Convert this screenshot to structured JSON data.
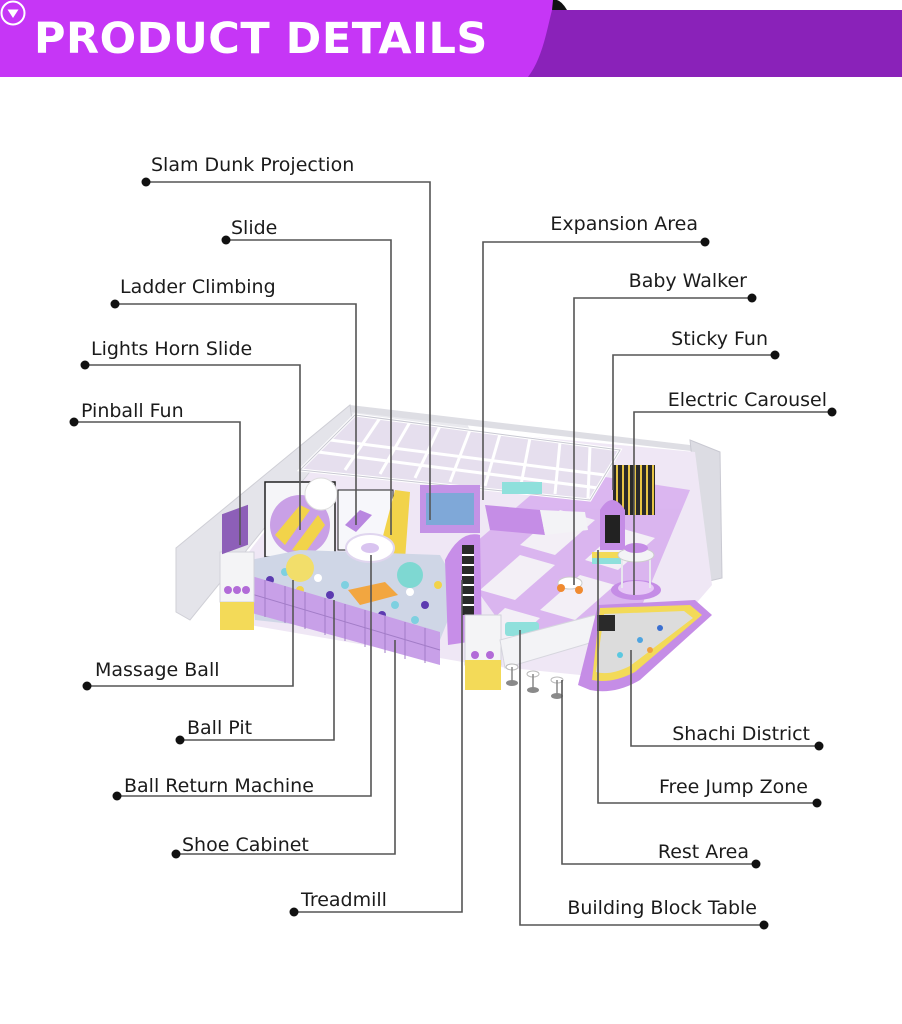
{
  "header": {
    "title": "PRODUCT DETAILS",
    "icon": "circle-down-arrow-icon",
    "colors": {
      "primary": "#c636f6",
      "secondary": "#8a22b9",
      "text": "#ffffff"
    }
  },
  "diagram": {
    "subject": "Indoor playground (purple theme)",
    "line_color": "#555555",
    "dot_color": "#111111",
    "left_labels": [
      {
        "id": "slam-dunk-projection",
        "text": "Slam Dunk Projection"
      },
      {
        "id": "slide",
        "text": "Slide"
      },
      {
        "id": "ladder-climbing",
        "text": "Ladder Climbing"
      },
      {
        "id": "lights-horn-slide",
        "text": "Lights Horn Slide"
      },
      {
        "id": "pinball-fun",
        "text": "Pinball Fun"
      },
      {
        "id": "massage-ball",
        "text": "Massage Ball"
      },
      {
        "id": "ball-pit",
        "text": "Ball Pit"
      },
      {
        "id": "ball-return-machine",
        "text": "Ball Return Machine"
      },
      {
        "id": "shoe-cabinet",
        "text": "Shoe Cabinet"
      },
      {
        "id": "treadmill",
        "text": "Treadmill"
      }
    ],
    "right_labels": [
      {
        "id": "expansion-area",
        "text": "Expansion Area"
      },
      {
        "id": "baby-walker",
        "text": "Baby Walker"
      },
      {
        "id": "sticky-fun",
        "text": "Sticky Fun"
      },
      {
        "id": "electric-carousel",
        "text": "Electric Carousel"
      },
      {
        "id": "shachi-district",
        "text": "Shachi District"
      },
      {
        "id": "free-jump-zone",
        "text": "Free Jump Zone"
      },
      {
        "id": "rest-area",
        "text": "Rest Area"
      },
      {
        "id": "building-block-table",
        "text": "Building Block Table"
      }
    ]
  }
}
